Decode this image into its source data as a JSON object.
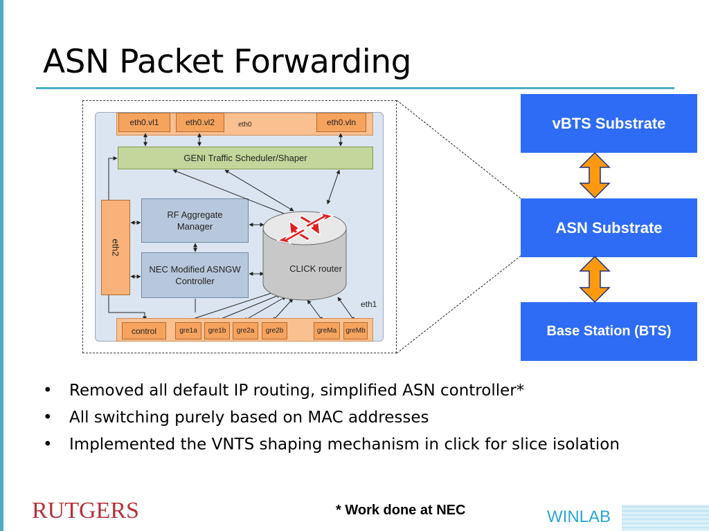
{
  "slide": {
    "title": "ASN Packet Forwarding"
  },
  "diagram": {
    "eth0_ports": [
      "eth0.vl1",
      "eth0.vl2",
      "eth0.vln"
    ],
    "eth0_label": "eth0",
    "scheduler": "GENI Traffic Scheduler/Shaper",
    "rf_manager": "RF Aggregate Manager",
    "asngw_controller": "NEC Modified ASNGW Controller",
    "eth2_label": "eth2",
    "click_router": "CLICK router",
    "eth1_label": "eth1",
    "bottom_ports": [
      "control",
      "gre1a",
      "gre1b",
      "gre2a",
      "gre2b",
      "greMa",
      "greMb"
    ]
  },
  "substrates": {
    "vbts": "vBTS Substrate",
    "asn": "ASN Substrate",
    "bts": "Base Station (BTS)"
  },
  "bullets": [
    "Removed all default IP routing, simplified ASN controller*",
    "All switching purely based on MAC addresses",
    "Implemented the VNTS shaping mechanism in click for slice isolation"
  ],
  "footnote": "* Work done at NEC",
  "logos": {
    "rutgers": "RUTGERS",
    "winlab": "WINLAB"
  },
  "colors": {
    "accent": "#4bacc6",
    "blue_box": "#2e6cf6",
    "arrow_orange": "#ff9a10",
    "rutgers_red": "#b5303a",
    "winlab_blue": "#28a6d8"
  }
}
